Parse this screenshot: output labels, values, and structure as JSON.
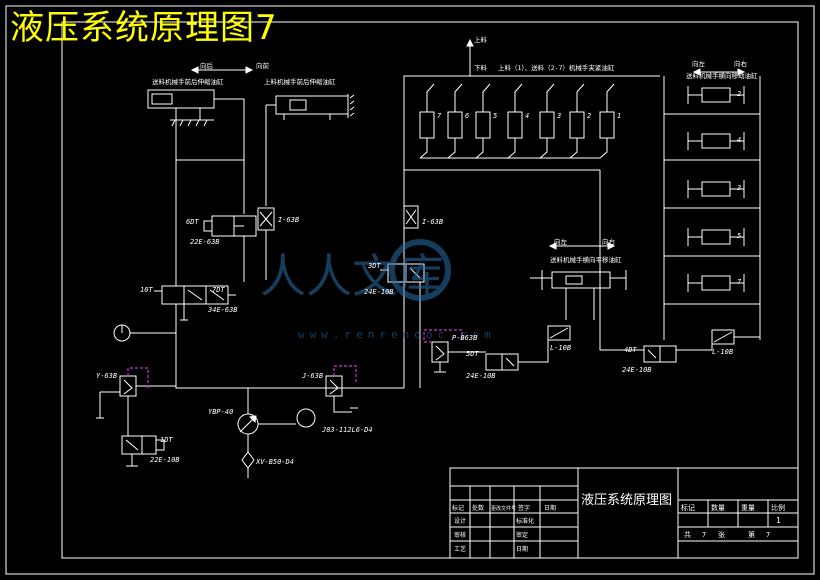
{
  "title": "液压系统原理图7",
  "top_left_labels": {
    "left": "向后",
    "right": "向前"
  },
  "cyl_left_label": "送料机械手前后伸缩油缸",
  "cyl_right_label": "上料机械手前后伸缩油缸",
  "mid_left_label": "上料",
  "mid_right_label": "下料",
  "top_row_caption": "上料（1）、送料（2-7）机械手夹紧油缸",
  "right_top_labels": {
    "left": "向左",
    "right": "向右"
  },
  "right_top_caption": "送料机械手横向移动油缸",
  "mid_cyl_labels": {
    "left": "向左",
    "right": "向右"
  },
  "mid_cyl_caption": "送料机械手横向平移油缸",
  "clamp_numbers": [
    "7",
    "6",
    "5",
    "4",
    "3",
    "2",
    "1"
  ],
  "right_cyl_numbers": [
    "2",
    "4",
    "3",
    "5",
    "7"
  ],
  "components": {
    "v6dt": "6DT",
    "v22e": "22E-63B",
    "i63b_a": "I-63B",
    "v10t": "10T",
    "v7dt": "7DT",
    "v34e": "34E-63B",
    "i63b_b": "I-63B",
    "v3dt": "3DT",
    "v24e10b": "24E-10B",
    "p_b63b": "P-B63B",
    "v5dt": "5DT",
    "v24e10b_b": "24E-10B",
    "l10b_a": "L-10B",
    "v4dt": "4DT",
    "v24e10b_c": "24E-10B",
    "l10b_b": "L-10B",
    "y63b": "Y-63B",
    "j63b": "J-63B",
    "v1dt": "1DT",
    "v22e10b": "22E-10B",
    "ybp": "YBP-40",
    "motor": "J03-112L6-D4",
    "filter": "XV-B50-D4"
  },
  "watermark": {
    "text": "人人文库",
    "url": "www.renrendoc.com"
  },
  "title_block": {
    "drawing_name": "液压系统原理图",
    "header_cols": [
      "标记",
      "数量",
      "重量",
      "比例"
    ],
    "scale": "1",
    "sheets": {
      "total_label": "共",
      "total": "7",
      "sheet_unit": "张",
      "index_label": "第",
      "index": "7"
    },
    "row_labels": [
      "标记",
      "处数",
      "更改文件号",
      "签字",
      "日期"
    ],
    "roles": [
      "设计",
      "审核",
      "工艺"
    ],
    "roles2": [
      "标准化",
      "审定",
      "日期"
    ]
  }
}
